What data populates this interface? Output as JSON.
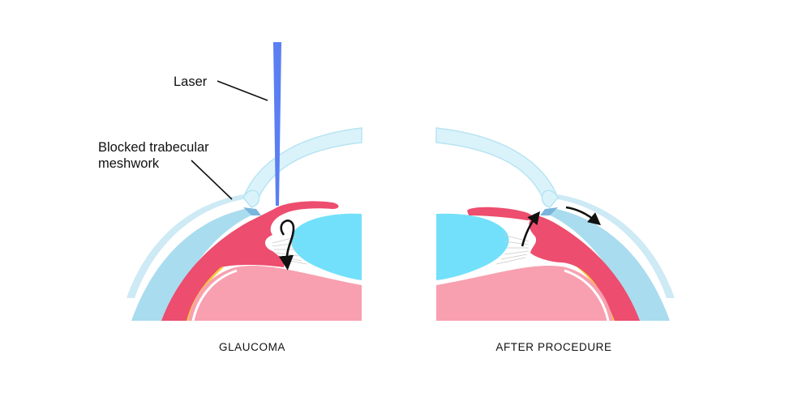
{
  "labels": {
    "laser": "Laser",
    "blocked_line1": "Blocked trabecular",
    "blocked_line2": "meshwork",
    "left_caption": "GLAUCOMA",
    "right_caption": "AFTER PROCEDURE"
  },
  "colors": {
    "cornea": "#daf3fb",
    "cornea_edge": "#b8e4f2",
    "sclera": "#a9dcef",
    "sclera_edge": "#bfe5f3",
    "iris_body": "#ed4d6e",
    "choroid": "#f8c93a",
    "vitreous": "#f8a0b0",
    "lens": "#72e0fb",
    "meshwork": "#7ab5dc",
    "laser": "#5a7ff2",
    "arrow": "#111111",
    "zonule": "#c9c9c9"
  }
}
